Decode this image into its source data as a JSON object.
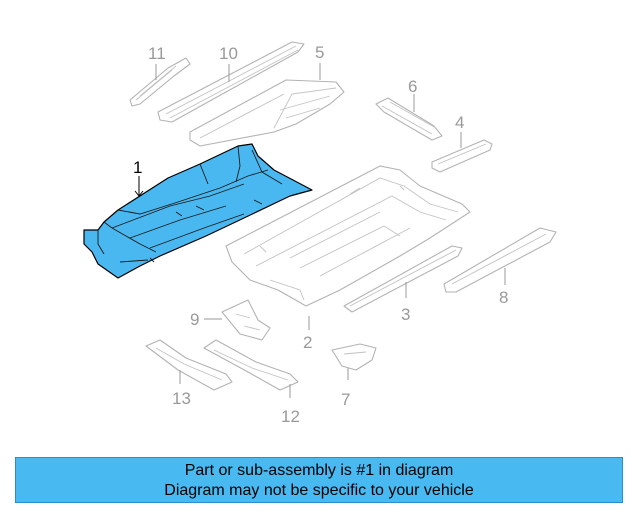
{
  "diagram": {
    "highlight_color": "#4ab8f0",
    "labels": {
      "p1": "1",
      "p2": "2",
      "p3": "3",
      "p4": "4",
      "p5": "5",
      "p6": "6",
      "p7": "7",
      "p8": "8",
      "p9": "9",
      "p10": "10",
      "p11": "11",
      "p12": "12",
      "p13": "13"
    }
  },
  "banner": {
    "line1": "Part or sub-assembly is #1 in diagram",
    "line2": "Diagram may not be specific to your vehicle",
    "background": "#49b9f2"
  }
}
